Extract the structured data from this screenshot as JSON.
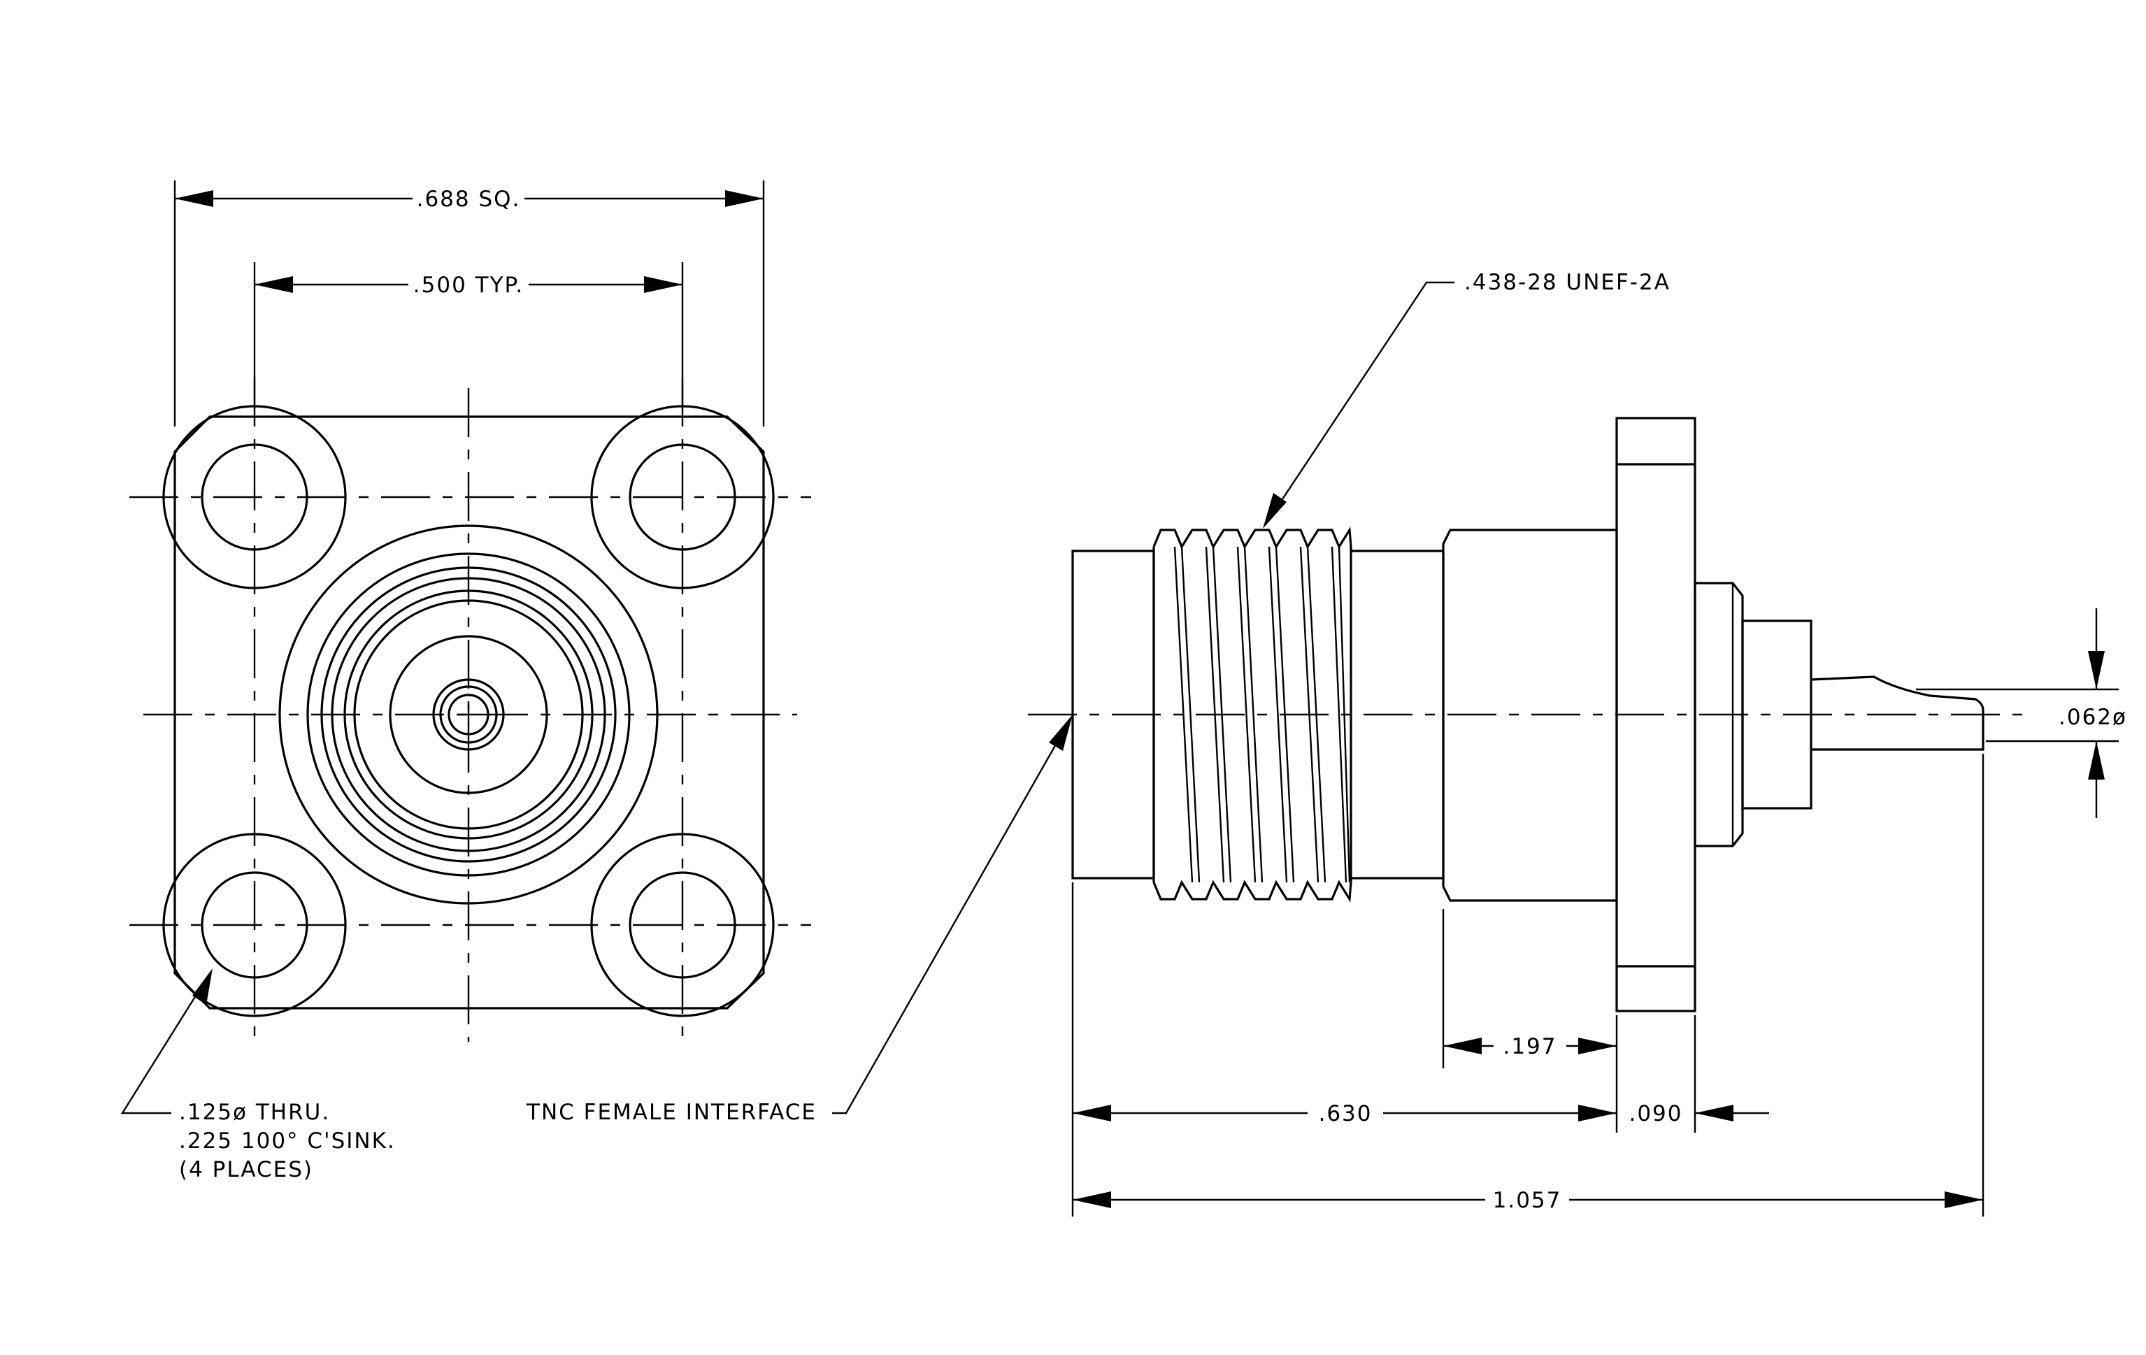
{
  "front_view": {
    "width_label": ".688 SQ.",
    "hole_spacing_label": ".500 TYP.",
    "hole_callout": [
      ".125ø THRU.",
      ".225 100° C'SINK.",
      "(4 PLACES)"
    ]
  },
  "side_view": {
    "thread_label": ".438-28 UNEF-2A",
    "interface_label": "TNC FEMALE INTERFACE",
    "pin_dia_label": ".062ø",
    "flange_offset_label": ".197",
    "body_length_label": ".630",
    "flange_thickness_label": ".090",
    "overall_length_label": "1.057"
  }
}
